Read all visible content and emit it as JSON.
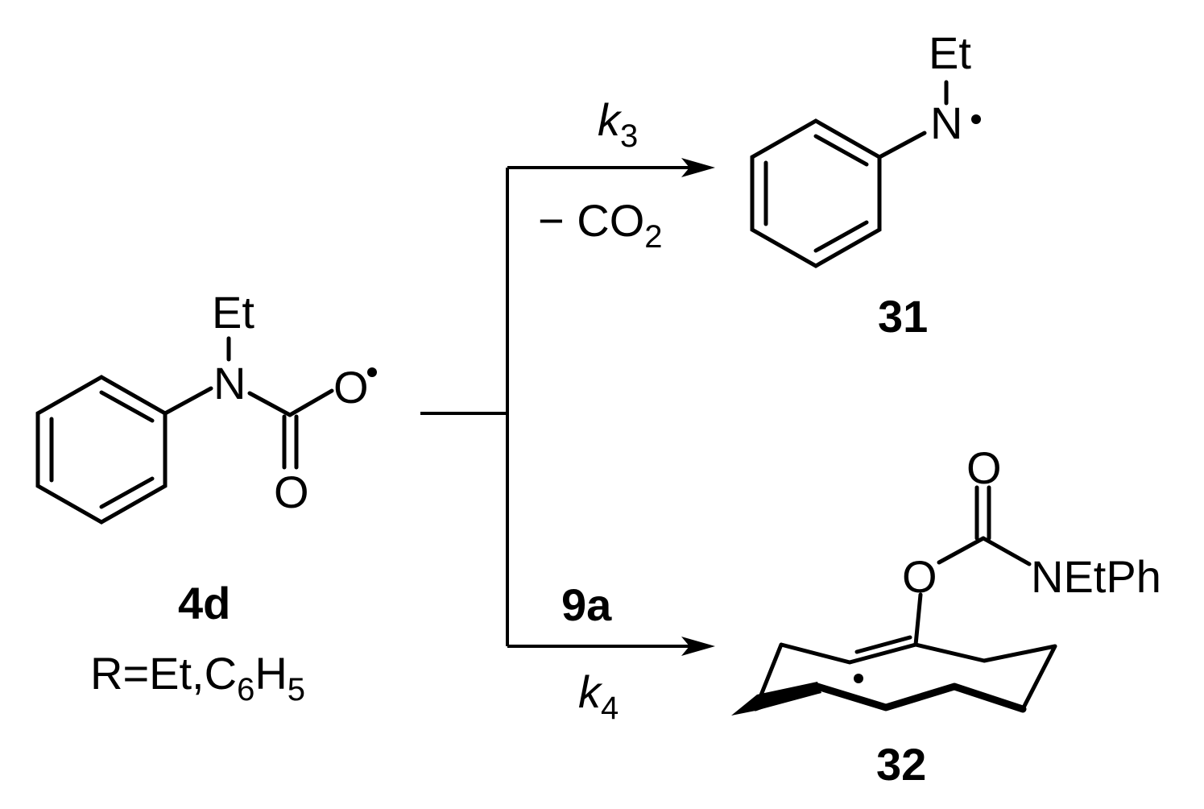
{
  "scheme": {
    "reactant": {
      "id": "4d",
      "substituent": "Et",
      "n_atom": "N",
      "o_radical": "O",
      "o_carbonyl": "O",
      "r_prefix": "R=Et,C",
      "r_c_count": "6",
      "r_h": "H",
      "r_h_count": "5"
    },
    "upper_arrow": {
      "rate_symbol": "k",
      "rate_index": "3",
      "loss_prefix": "− CO",
      "loss_subscript": "2"
    },
    "lower_arrow": {
      "reagent": "9a",
      "rate_symbol": "k",
      "rate_index": "4"
    },
    "product_31": {
      "id": "31",
      "substituent": "Et",
      "n_atom": "N"
    },
    "product_32": {
      "id": "32",
      "o_carbonyl": "O",
      "o_ester": "O",
      "amine_group": "NEtPh"
    }
  }
}
